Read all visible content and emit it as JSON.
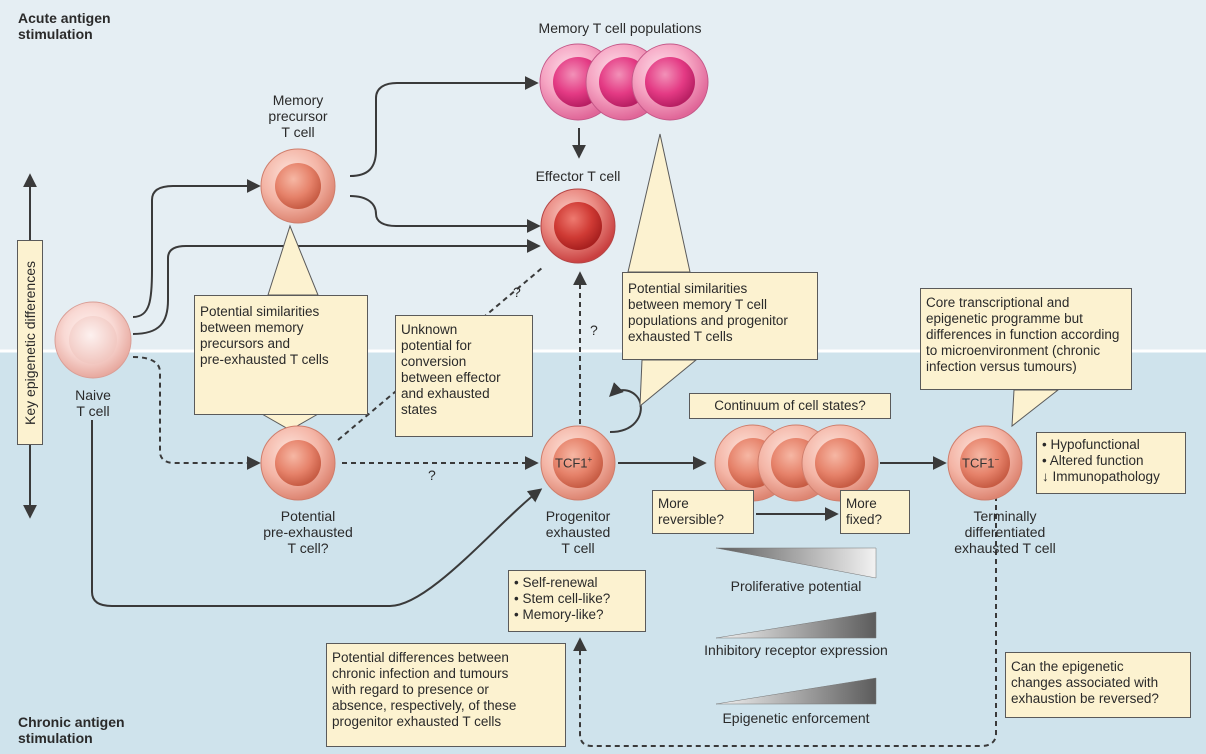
{
  "regions": {
    "acute": [
      "Acute antigen",
      "stimulation"
    ],
    "chronic": [
      "Chronic antigen",
      "stimulation"
    ]
  },
  "axis_label": "Key epigenetic differences",
  "cells": {
    "memory_populations": "Memory T cell populations",
    "memory_precursor": [
      "Memory",
      "precursor",
      "T cell"
    ],
    "effector": "Effector T cell",
    "naive": [
      "Naive",
      "T cell"
    ],
    "pre_exhausted": [
      "Potential",
      "pre-exhausted",
      "T cell?"
    ],
    "progenitor": [
      "Progenitor",
      "exhausted",
      "T cell"
    ],
    "progenitor_marker": "TCF1",
    "progenitor_sup": "+",
    "terminal": [
      "Terminally",
      "differentiated",
      "exhausted T cell"
    ],
    "terminal_marker": "TCF1",
    "terminal_sup": "−"
  },
  "question_marks": [
    "?",
    "?",
    "?"
  ],
  "boxes": {
    "similar_memory_pre": [
      "Potential similarities",
      "between memory",
      "precursors and",
      "pre-exhausted T cells"
    ],
    "unknown_conversion": [
      "Unknown",
      "potential for",
      "conversion",
      "between effector",
      "and exhausted",
      "states"
    ],
    "similar_memory_progenitor": [
      "Potential similarities",
      "between memory T cell",
      "populations and progenitor",
      "exhausted T cells"
    ],
    "core_programme": [
      "Core transcriptional and",
      "epigenetic programme but",
      "differences in function according",
      "to microenvironment (chronic",
      "infection versus tumours)"
    ],
    "continuum": "Continuum of cell states?",
    "more_reversible": [
      "More",
      "reversible?"
    ],
    "more_fixed": [
      "More",
      "fixed?"
    ],
    "terminal_features": [
      "• Hypofunctional",
      "• Altered function",
      "↓ Immunopathology"
    ],
    "progenitor_features": [
      "• Self-renewal",
      "• Stem cell-like?",
      "• Memory-like?"
    ],
    "chronic_vs_tumour": [
      "Potential differences between",
      "chronic infection and tumours",
      "with regard to presence or",
      "absence, respectively, of these",
      "progenitor exhausted T cells"
    ],
    "reversal": [
      "Can the epigenetic",
      "changes associated with",
      "exhaustion be reversed?"
    ]
  },
  "gradients": {
    "proliferative": "Proliferative potential",
    "inhibitory": "Inhibitory receptor expression",
    "epigenetic": "Epigenetic enforcement"
  },
  "colors": {
    "top_bg": "#e5eef3",
    "bottom_bg": "#cfe3ec",
    "box_fill": "#fcf2d0",
    "memory_cell": "#e43a84",
    "effector_cell": "#cf3232",
    "exhausted_cell": "#e87a66"
  }
}
